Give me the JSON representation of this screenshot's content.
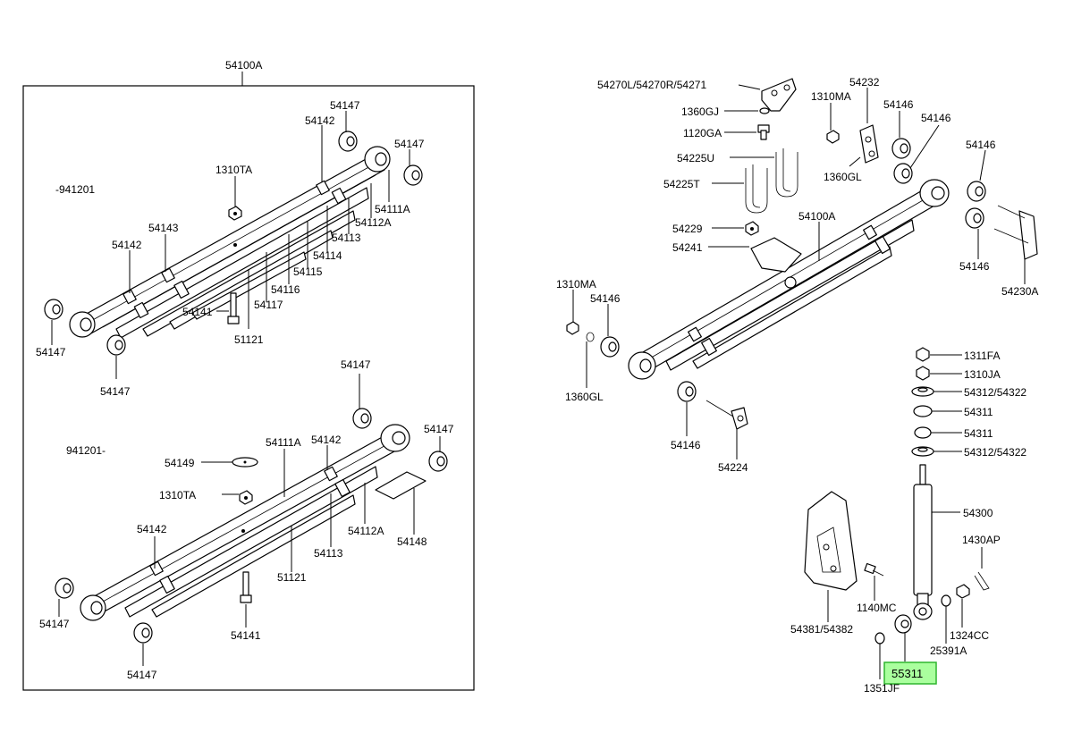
{
  "labels": {
    "a_spring_assy": "54100A",
    "a_range_before": "-941201",
    "a_bush_tr": "54147",
    "a_leaf_bush_tr": "54147",
    "a_clip_top": "54142",
    "a_nut": "1310TA",
    "a_leaf_111a": "54111A",
    "a_leaf_112a": "54112A",
    "a_leaf_113": "54113",
    "a_leaf_114": "54114",
    "a_leaf_115": "54115",
    "a_leaf_116": "54116",
    "a_leaf_117": "54117",
    "a_insert": "54143",
    "a_clip_left": "54142",
    "a_bolt": "54141",
    "a_center_bolt": "51121",
    "a_bush_left": "54147",
    "a_bush_bottom": "54147",
    "b_range_after": "941201-",
    "b_bush_top": "54147",
    "b_bush_right": "54147",
    "b_leaf_111a": "54111A",
    "b_clip_top": "54142",
    "b_washer": "54149",
    "b_nut": "1310TA",
    "b_leaf_112a": "54112A",
    "b_leaf_113": "54113",
    "b_plate": "54148",
    "b_clip_left": "54142",
    "b_center_bolt": "51121",
    "b_bolt": "54141",
    "b_bush_left": "54147",
    "b_bush_bottom": "54147",
    "r_bracket": "54270L/54270R/54271",
    "r_washer_gj": "1360GJ",
    "r_bolt_ga": "1120GA",
    "r_ubolt_u": "54225U",
    "r_ubolt_t": "54225T",
    "r_nut_229": "54229",
    "r_seat_241": "54241",
    "r_spring_assy": "54100A",
    "r_nut_ma_top": "1310MA",
    "r_plate_232": "54232",
    "r_washer_gl_top": "1360GL",
    "r_bush_146_a": "54146",
    "r_bush_146_b": "54146",
    "r_bush_146_c": "54146",
    "r_bush_146_d": "54146",
    "r_shackle": "54230A",
    "r_nut_ma_left": "1310MA",
    "r_bush_146_left": "54146",
    "r_washer_gl_left": "1360GL",
    "r_bush_146_bottom": "54146",
    "r_pin_224": "54224",
    "s_nut_fa": "1311FA",
    "s_nut_ja": "1310JA",
    "s_washer_upper": "54312/54322",
    "s_bush_upper": "54311",
    "s_bush_lower": "54311",
    "s_washer_lower": "54312/54322",
    "s_absorber": "54300",
    "s_cotter": "1430AP",
    "s_bracket": "54381/54382",
    "s_bolt_mc": "1140MC",
    "s_nut_cc": "1324CC",
    "s_washer_391a": "25391A",
    "s_bushing_highlight": "55311",
    "s_washer_jf": "1351JF"
  },
  "colors": {
    "highlight_fill": "#aaff9e",
    "highlight_border": "#2fb52f",
    "line": "#000000"
  }
}
